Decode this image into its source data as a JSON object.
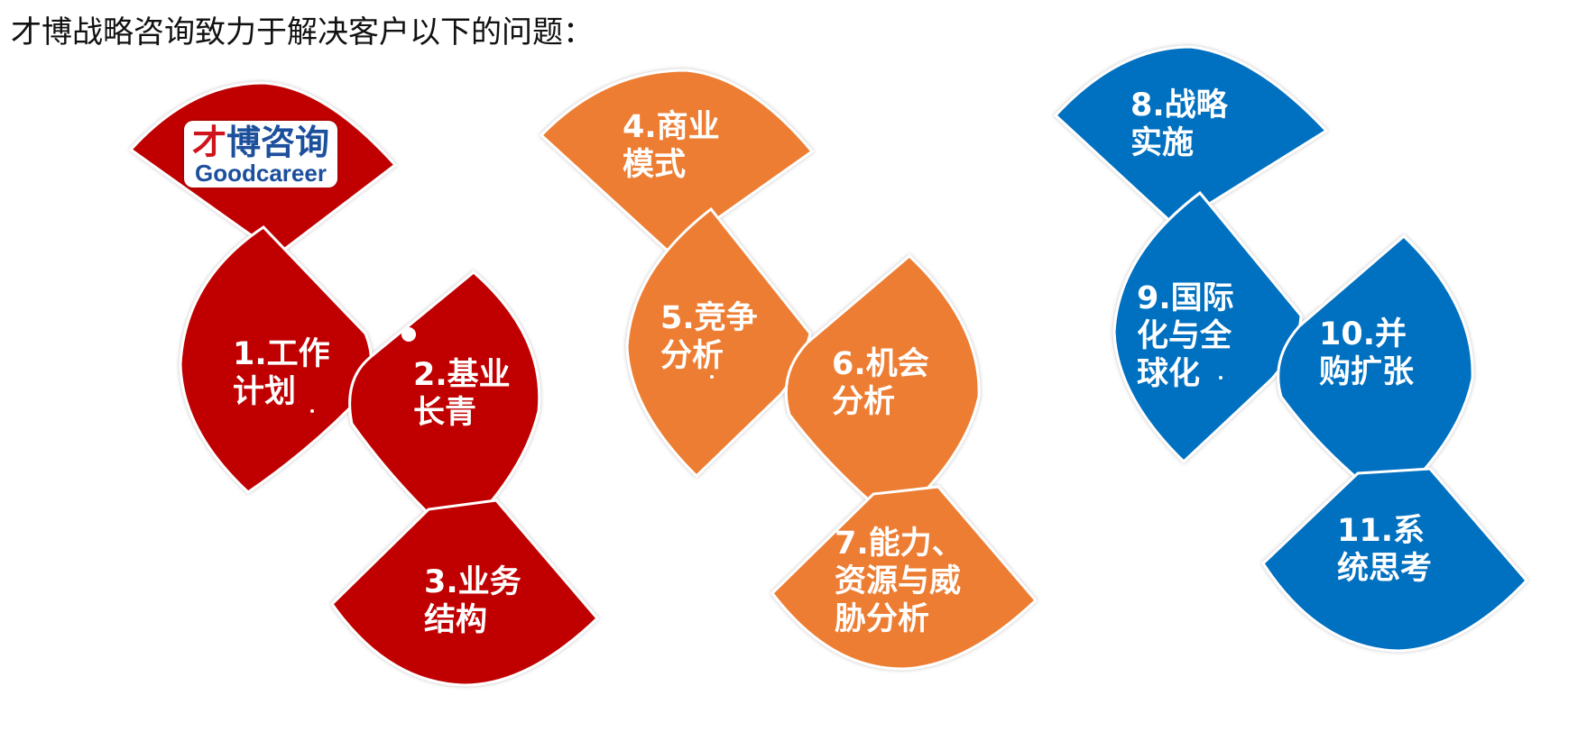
{
  "title": "才博战略咨询致力于解决客户以下的问题：",
  "colors": {
    "red": "#C00000",
    "orange": "#ED7D31",
    "blue": "#0070C0"
  },
  "logo": {
    "chinese": "才博咨询",
    "chinese_first": "才",
    "chinese_rest": "博咨询",
    "english": "Goodcareer"
  },
  "groups": [
    {
      "color": "red",
      "items": [
        {
          "line1": "1.工作",
          "line2": "计划"
        },
        {
          "line1": "2.基业",
          "line2": "长青"
        },
        {
          "line1": "3.业务",
          "line2": "结构"
        }
      ]
    },
    {
      "color": "orange",
      "items": [
        {
          "line1": "4.商业",
          "line2": "模式"
        },
        {
          "line1": "5.竞争",
          "line2": "分析"
        },
        {
          "line1": "6.机会",
          "line2": "分析"
        },
        {
          "line1": "7.能力、",
          "line2": "资源与威",
          "line3": "胁分析"
        }
      ]
    },
    {
      "color": "blue",
      "items": [
        {
          "line1": "8.战略",
          "line2": "实施"
        },
        {
          "line1": "9.国际",
          "line2": "化与全",
          "line3": "球化"
        },
        {
          "line1": "10.并",
          "line2": "购扩张"
        },
        {
          "line1": "11.系",
          "line2": "统思考"
        }
      ]
    }
  ]
}
